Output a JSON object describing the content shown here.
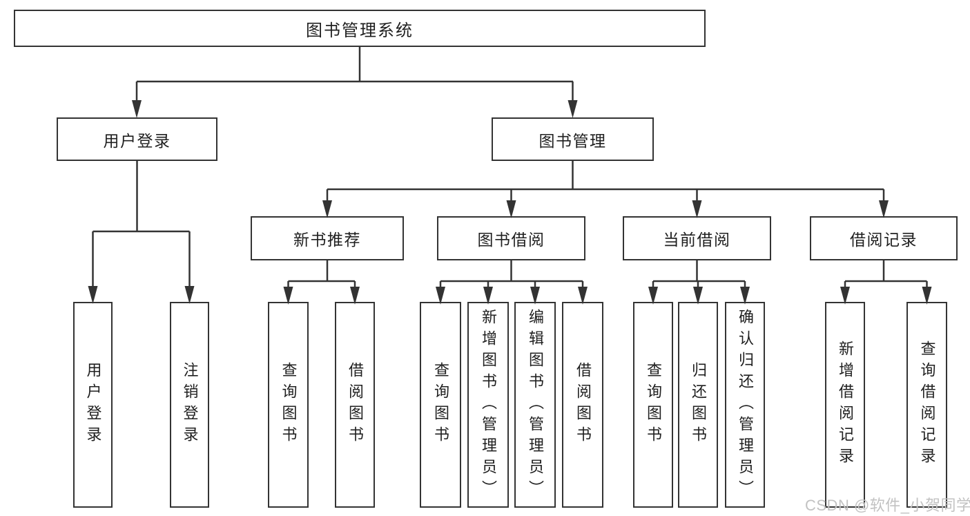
{
  "diagram": {
    "title": "图书管理系统",
    "root": {
      "label": "图书管理系统",
      "children": [
        {
          "label": "用户登录",
          "children": [
            {
              "label": "用户登录"
            },
            {
              "label": "注销登录"
            }
          ]
        },
        {
          "label": "图书管理",
          "children": [
            {
              "label": "新书推荐",
              "children": [
                {
                  "label": "查询图书"
                },
                {
                  "label": "借阅图书"
                }
              ]
            },
            {
              "label": "图书借阅",
              "children": [
                {
                  "label": "查询图书"
                },
                {
                  "label": "新增图书（管理员）"
                },
                {
                  "label": "编辑图书（管理员）"
                },
                {
                  "label": "借阅图书"
                }
              ]
            },
            {
              "label": "当前借阅",
              "children": [
                {
                  "label": "查询图书"
                },
                {
                  "label": "归还图书"
                },
                {
                  "label": "确认归还（管理员）"
                }
              ]
            },
            {
              "label": "借阅记录",
              "children": [
                {
                  "label": "新增借阅记录"
                },
                {
                  "label": "查询借阅记录"
                }
              ]
            }
          ]
        }
      ]
    }
  },
  "watermark": {
    "text": "CSDN @软件_小贺同学"
  },
  "colors": {
    "line": "#333333",
    "text": "#1f1f1f",
    "background": "#ffffff",
    "watermark": "#c2c2c2"
  }
}
